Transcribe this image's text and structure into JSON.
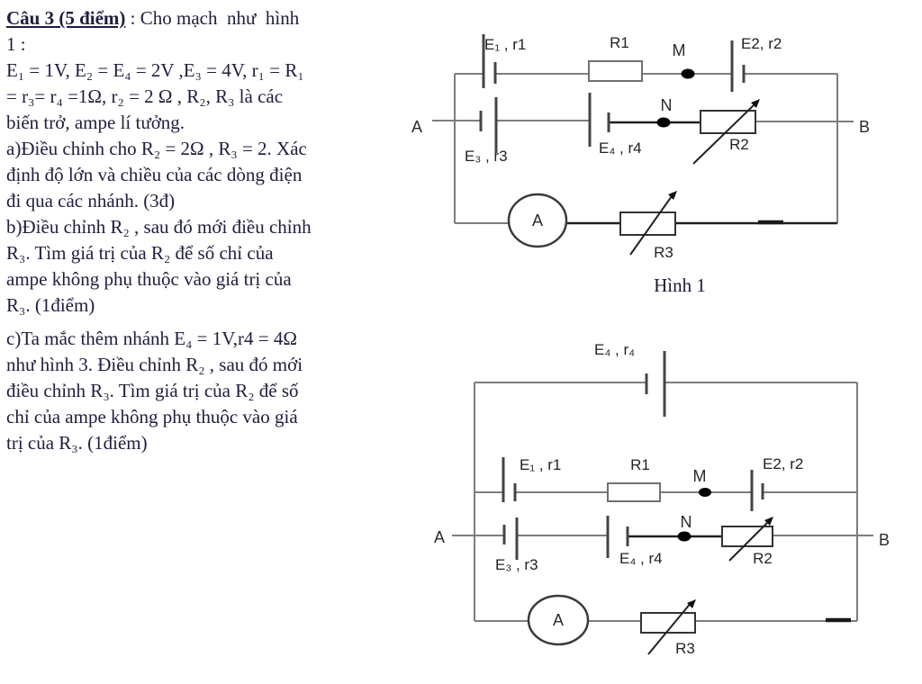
{
  "colors": {
    "background": "#ffffff",
    "text_ink": "#1e1e3f",
    "wire_gray": "#7d7d7d",
    "wire_dark": "#1f1f1f"
  },
  "problem": {
    "heading": "Câu 3 (5 điểm)",
    "heading_rest": " : Cho mạch  như  hình",
    "lines": [
      "1 :",
      "E₁ = 1V, E₂ = E₄ = 2V ,E₃ = 4V, r₁ = R₁",
      "= r₃= r₄ =1Ω, r₂ = 2 Ω , R₂, R₃ là các",
      "biến trở, ampe lí tưởng.",
      "a)Điều chỉnh cho R₂ = 2Ω , R₃ = 2. Xác",
      "định độ lớn và chiều của các dòng điện",
      "đi qua các nhánh. (3đ)",
      "b)Điều chỉnh R₂ , sau đó mới điều chỉnh",
      "R₃. Tìm giá trị của R₂ để số chỉ của",
      "ampe không phụ thuộc vào giá trị của",
      "R₃. (1điểm)",
      "c)Ta mắc thêm nhánh E₄ = 1V,r4 = 4Ω",
      "như hình 3. Điều chỉnh R₂ , sau đó mới",
      "điều chỉnh R₃. Tìm giá trị của R₂ để số",
      "chỉ của ampe không phụ thuộc vào giá",
      "trị của R₃. (1điểm)"
    ]
  },
  "figure1": {
    "caption": "Hình 1",
    "battery1": "E₁ , r1",
    "resistor1": "R1",
    "node_m": "M",
    "battery2": "E2, r2",
    "node_a": "A",
    "node_b": "B",
    "battery3": "E₃ , r3",
    "battery4": "E₄ , r4",
    "node_n": "N",
    "rheostat2": "R2",
    "ammeter": "A",
    "rheostat3": "R3"
  },
  "figure3": {
    "battery4_top": "E₄ , r₄",
    "battery1": "E₁ , r1",
    "resistor1": "R1",
    "node_m": "M",
    "battery2": "E2, r2",
    "node_a": "A",
    "node_b": "B",
    "battery3": "E₃ , r3",
    "battery4": "E₄ , r4",
    "node_n": "N",
    "rheostat2": "R2",
    "ammeter": "A",
    "rheostat3": "R3"
  }
}
